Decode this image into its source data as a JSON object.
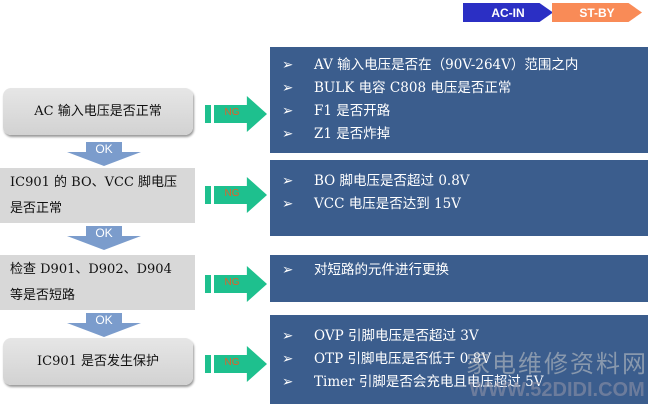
{
  "tags": {
    "ac_in": "AC-IN",
    "st_by": "ST-BY",
    "ac_in_color": "#2b2fc4",
    "st_by_color": "#f98b57"
  },
  "steps": [
    {
      "question": "AC 输入电压是否正常",
      "checks": [
        "AV 输入电压是否在（90V-264V）范围之内",
        "BULK 电容 C808 电压是否正常",
        "F1 是否开路",
        "Z1 是否炸掉"
      ]
    },
    {
      "question": "IC901 的 BO、VCC 脚电压是否正常",
      "checks": [
        "BO 脚电压是否超过 0.8V",
        "VCC 电压是否达到 15V"
      ]
    },
    {
      "question": "检查 D901、D902、D904 等是否短路",
      "checks": [
        "对短路的元件进行更换"
      ]
    },
    {
      "question": "IC901 是否发生保护",
      "checks": [
        "OVP 引脚电压是否超过 3V",
        "OTP 引脚电压是否低于 0.8V",
        "Timer 引脚是否会充电且电压超过 5V"
      ]
    }
  ],
  "ok_label": "OK",
  "ng_label": "NG",
  "bullet": "➢",
  "watermark": {
    "cn": "家电维修资料网",
    "url": "WWW.52DIDI.COM"
  }
}
